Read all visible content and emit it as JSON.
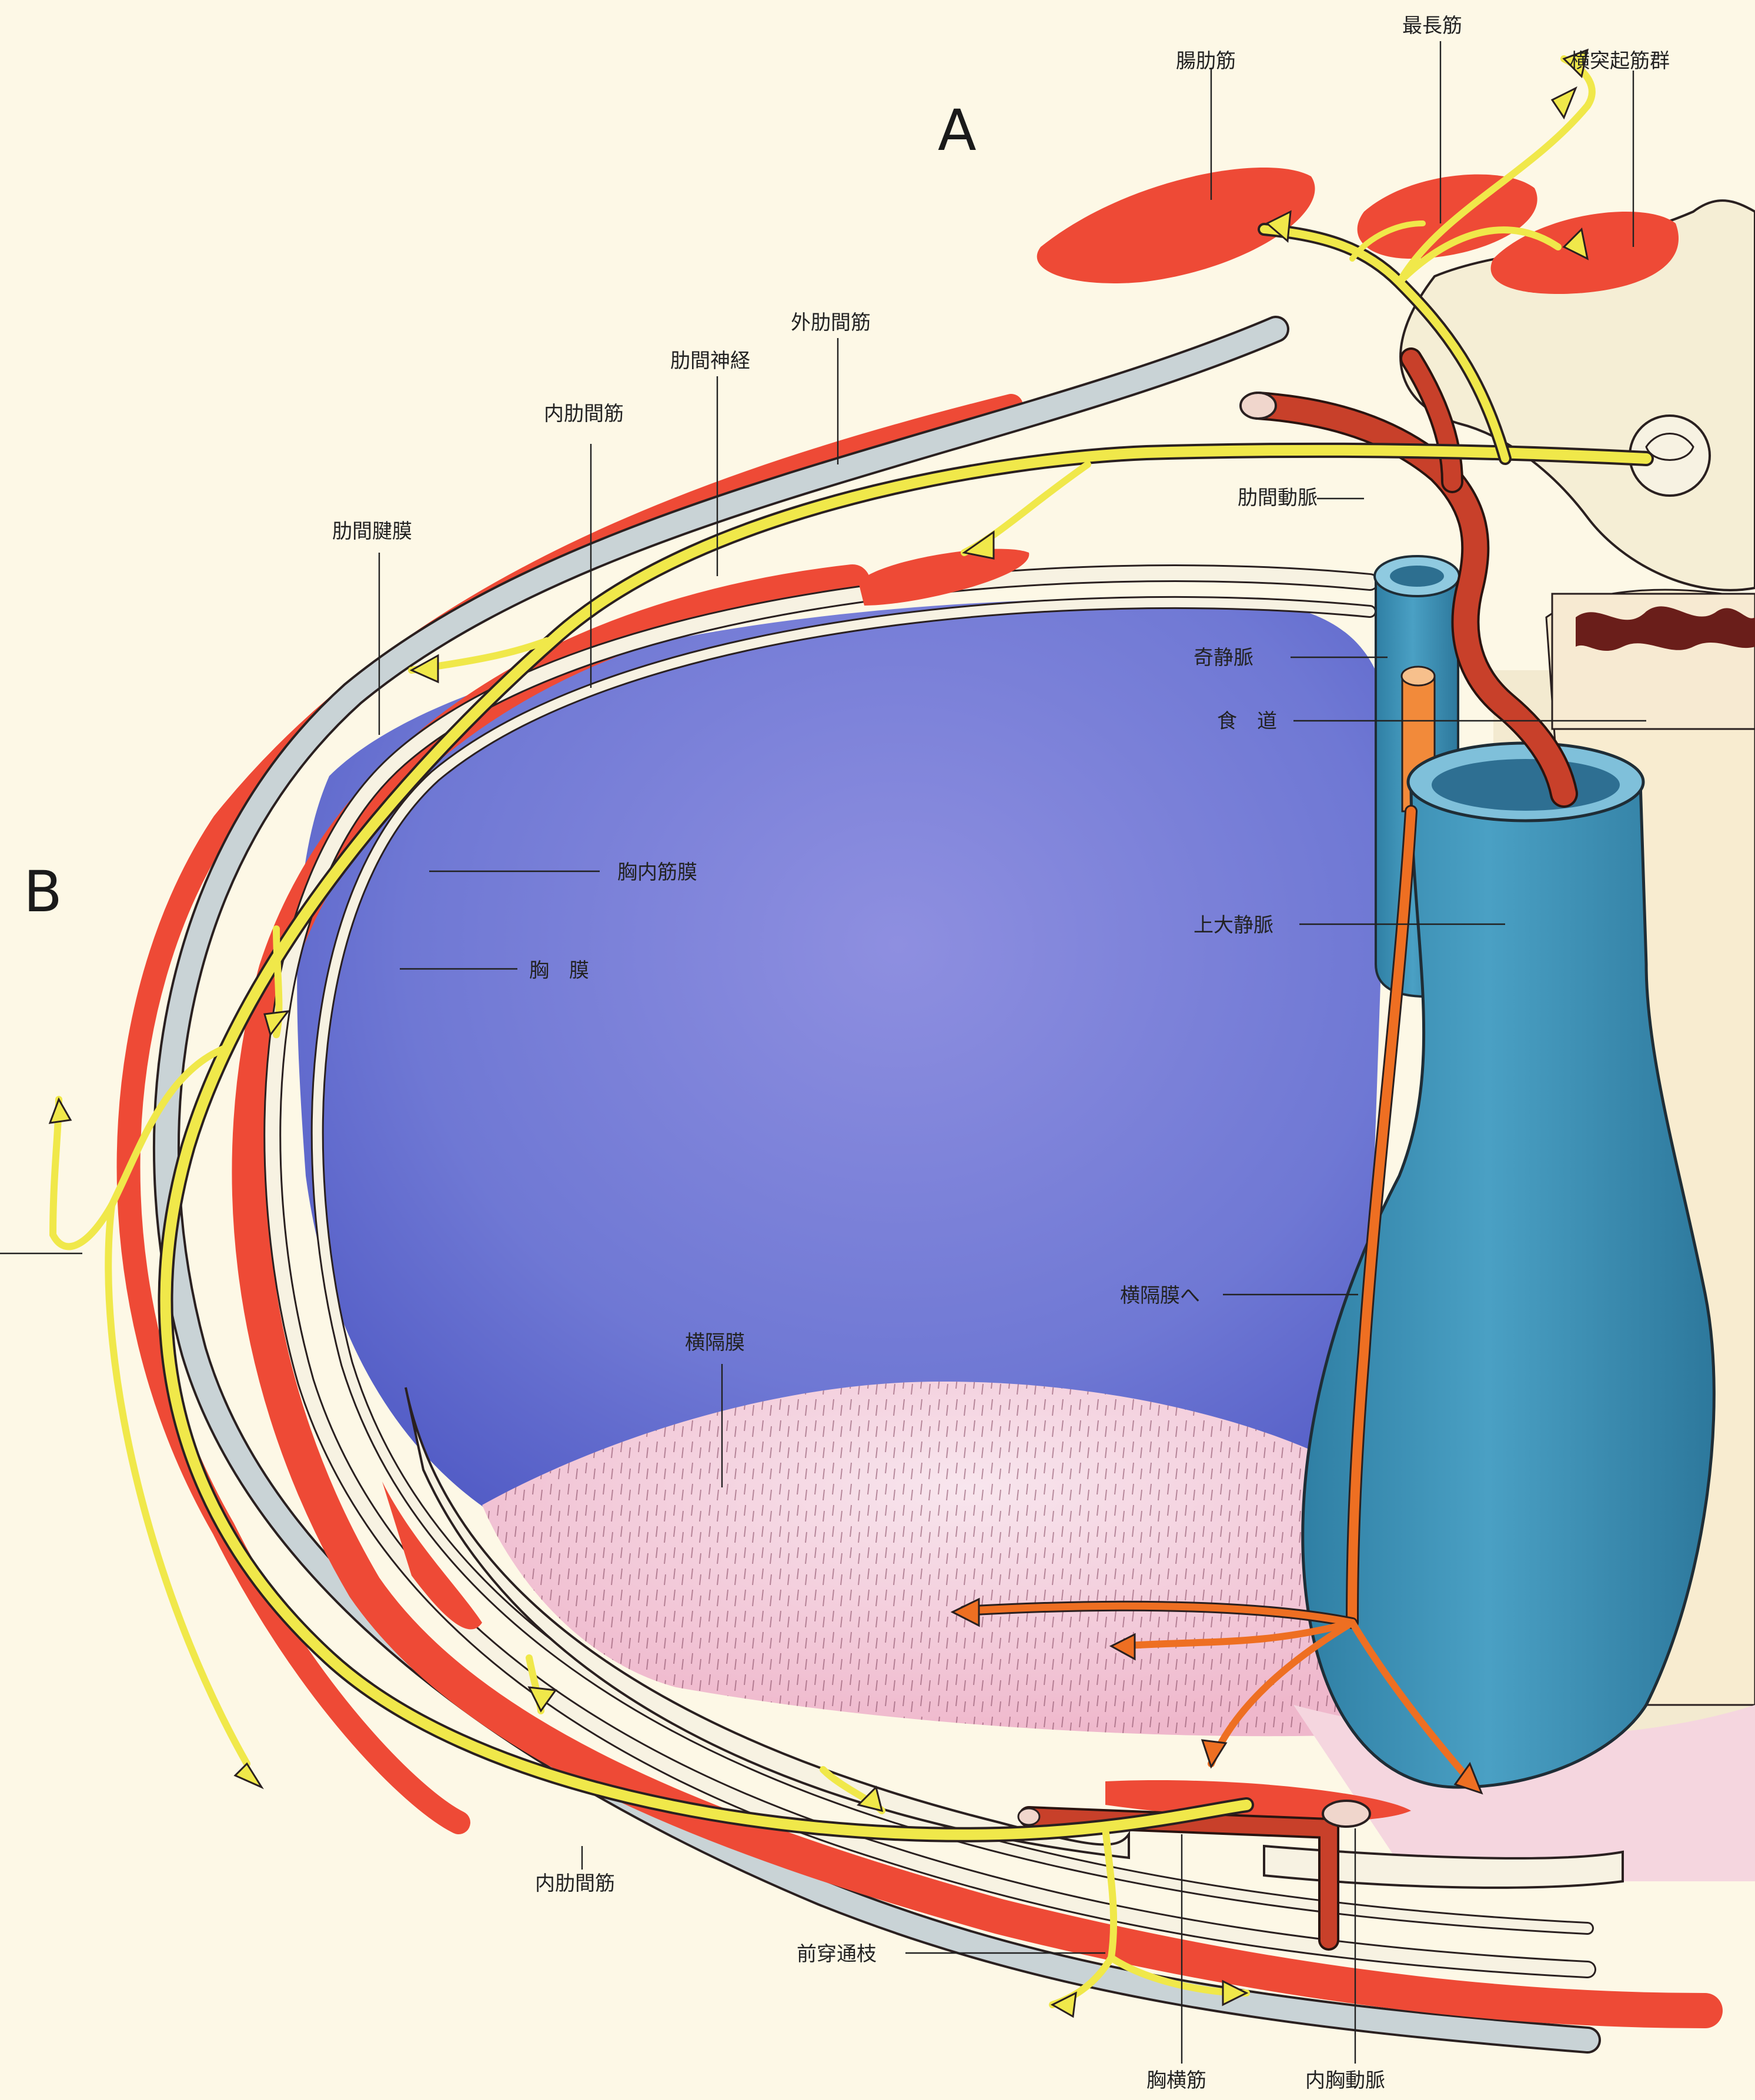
{
  "view_labels": {
    "a": "A",
    "b": "B"
  },
  "labels": {
    "iliocostalis": "腸肋筋",
    "longissimus": "最長筋",
    "transversospinalis": "横突起筋群",
    "external_intercostal": "外肋間筋",
    "intercostal_nerve": "肋間神経",
    "internal_intercostal_upper": "内肋間筋",
    "intercostal_membrane": "肋間腱膜",
    "intercostal_artery": "肋間動脈",
    "azygos_vein": "奇静脈",
    "esophagus": "食　道",
    "endothoracic_fascia": "胸内筋膜",
    "pleura": "胸　膜",
    "superior_vena_cava": "上大静脈",
    "to_diaphragm": "横隔膜へ",
    "diaphragm": "横隔膜",
    "internal_intercostal_lower": "内肋間筋",
    "anterior_perforating_branch": "前穿通枝",
    "transversus_thoracis": "胸横筋",
    "internal_thoracic_artery": "内胸動脈"
  },
  "colors": {
    "background": "#fdf8e6",
    "muscle_red": "#ee4a36",
    "nerve_yellow": "#f0e84a",
    "artery_red": "#c8402a",
    "phrenic_orange": "#ee6f22",
    "vein_blue": "#3a8fb3",
    "pleural_cavity_blue": "#6f7ad6",
    "diaphragm_pink": "#f3c6d6",
    "membrane_gray": "#c9d3d6",
    "outline": "#2a2020"
  }
}
